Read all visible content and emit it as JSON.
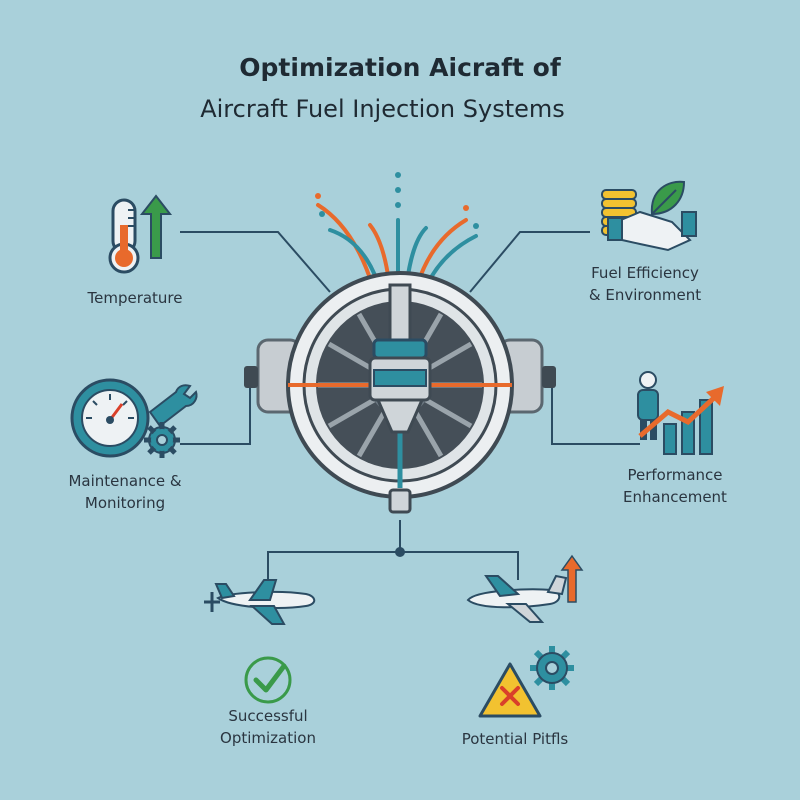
{
  "title": {
    "line1": "Optimization Aicraft of",
    "line2": "Aircraft Fuel Injection Systems"
  },
  "labels": {
    "temperature": "Temperature",
    "fuel_efficiency_line1": "Fuel Efficiency",
    "fuel_efficiency_line2": "& Environment",
    "maintenance_line1": "Maintenance &",
    "maintenance_line2": "Monitoring",
    "performance_line1": "Performance",
    "performance_line2": "Enhancement",
    "successful_line1": "Successful",
    "successful_line2": "Optimization",
    "pitfalls": "Potential Pitfls"
  },
  "icons": [
    "thermometer-icon",
    "up-arrow-icon",
    "coins-icon",
    "leaf-icon",
    "handshake-icon",
    "gauge-icon",
    "wrench-icon",
    "gear-icon",
    "person-icon",
    "bar-chart-icon",
    "trend-arrow-icon",
    "airplane-icon",
    "check-icon",
    "warning-icon",
    "fuel-injector-icon"
  ],
  "colors": {
    "background": "#a9d0da",
    "orange": "#e86a2c",
    "teal": "#2e8fa0",
    "green": "#3a9a4a",
    "navy": "#2b4c63",
    "red": "#d9402a",
    "yellow": "#f2c230"
  }
}
